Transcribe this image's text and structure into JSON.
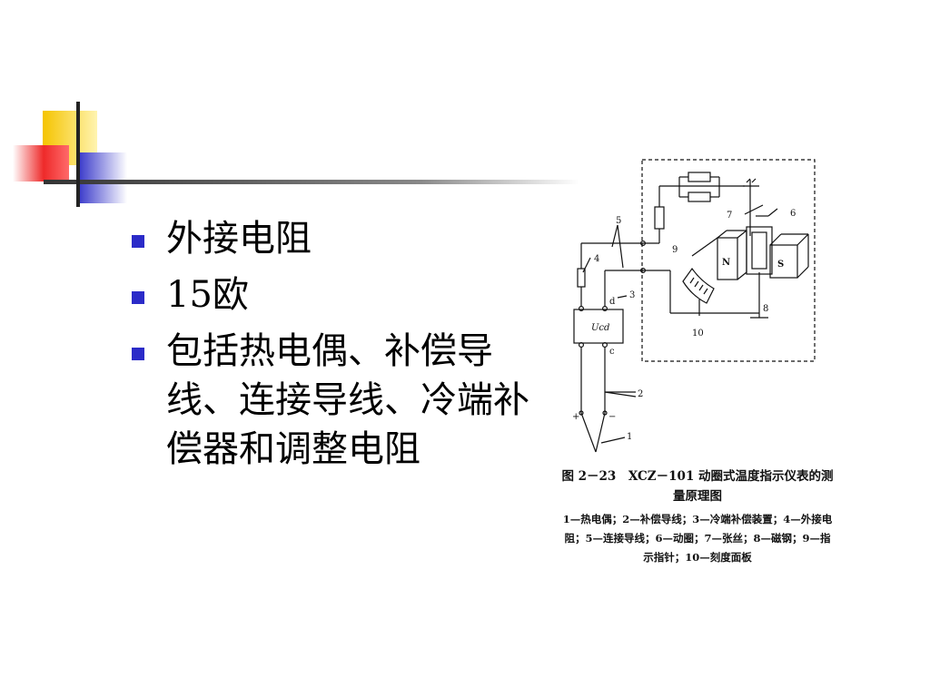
{
  "bullets": [
    "外接电阻",
    "15欧",
    "包括热电偶、补偿导线、连接导线、冷端补偿器和调整电阻"
  ],
  "figure": {
    "labels": {
      "n1": "1",
      "n2": "2",
      "n3": "3",
      "n4": "4",
      "n5": "5",
      "n6": "6",
      "n7": "7",
      "n8": "8",
      "n9": "9",
      "n10": "10",
      "d": "d",
      "c": "c",
      "N": "N",
      "S": "S",
      "ucd": "Ucd",
      "plus": "+",
      "minus": "−"
    },
    "caption_title": "图 2－23　XCZ－101 动圈式温度指示仪表的测量原理图",
    "caption_legend": "1—热电偶；2—补偿导线；3—冷端补偿装置；4—外接电阻；5—连接导线；6—动圈；7—张丝；8—磁钢；9—指示指针；10—刻度面板"
  },
  "colors": {
    "bullet": "#2b2bc8",
    "deco_yellow": "#f5c400",
    "deco_red": "#ee2a2a",
    "deco_blue": "#3030c8"
  }
}
